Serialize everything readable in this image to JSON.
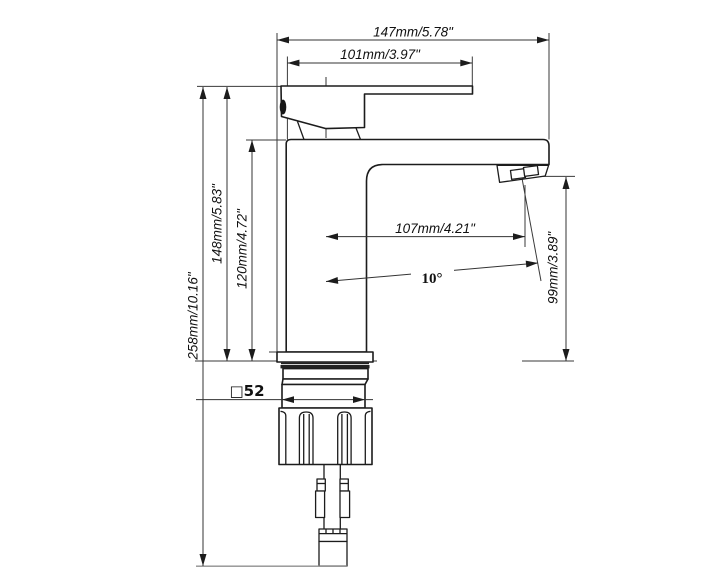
{
  "drawing": {
    "title": "Basin faucet dimensional drawing",
    "background": "#ffffff",
    "line_color": "#1c1c1c",
    "dimensions": {
      "overall_width": "147mm/5.78\"",
      "lever_width": "101mm/3.97\"",
      "spout_reach": "107mm/4.21\"",
      "aerator_angle": "10°",
      "spout_height": "99mm/3.89\"",
      "overall_height": "258mm/10.16\"",
      "handle_height": "148mm/5.83\"",
      "body_height": "120mm/4.72\"",
      "base_size": "□52"
    }
  }
}
